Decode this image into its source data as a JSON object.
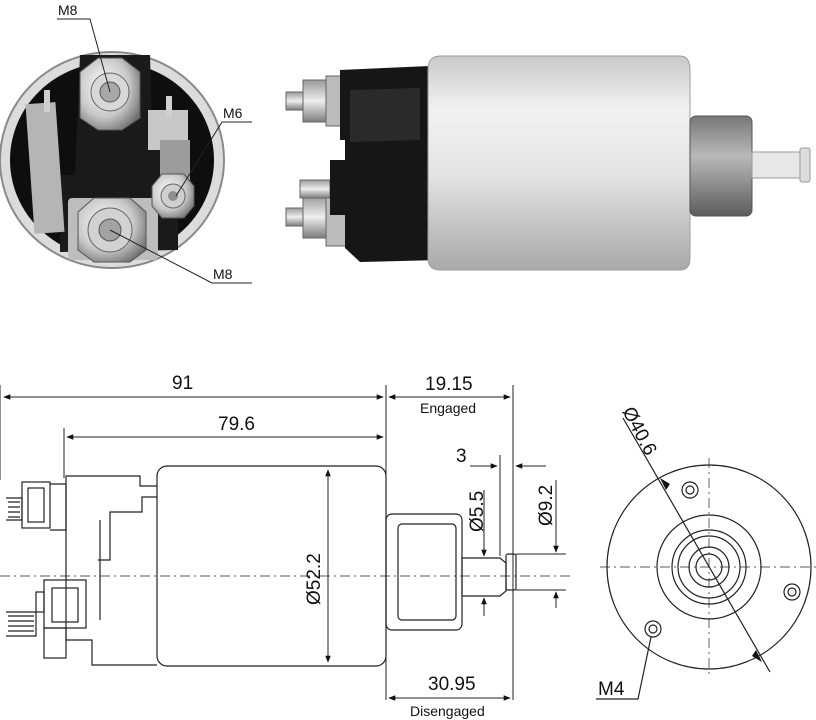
{
  "callouts": {
    "face_top_thread": "M8",
    "face_small_thread": "M6",
    "face_bottom_thread": "M8",
    "rear_hole_thread": "M4"
  },
  "dimensions": {
    "overall_length": "91",
    "body_length": "79.6",
    "engaged_travel": "19.15",
    "engaged_label": "Engaged",
    "disengaged_travel": "30.95",
    "disengaged_label": "Disengaged",
    "body_diameter": "Ø52.2",
    "plunger_diameter": "Ø5.5",
    "plunger_tip_diameter": "Ø9.2",
    "tip_length": "3",
    "bolt_circle_diameter": "Ø40.6"
  }
}
